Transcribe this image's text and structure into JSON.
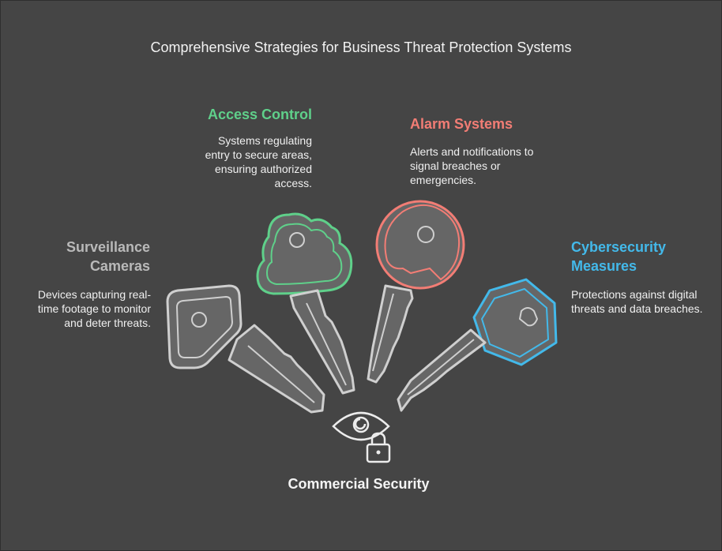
{
  "title": "Comprehensive Strategies for Business Threat Protection Systems",
  "center": {
    "label": "Commercial Security"
  },
  "items": [
    {
      "heading": "Surveillance Cameras",
      "description": "Devices capturing real-time footage to monitor and deter threats.",
      "color": "#b9b9b9"
    },
    {
      "heading": "Access Control",
      "description": "Systems regulating entry to secure areas, ensuring authorized access.",
      "color": "#5fd08a"
    },
    {
      "heading": "Alarm Systems",
      "description": "Alerts and notifications to signal breaches or emergencies.",
      "color": "#f27d75"
    },
    {
      "heading": "Cybersecurity Measures",
      "description": "Protections against digital threats and data breaches.",
      "color": "#43b9ea"
    }
  ],
  "icons": {
    "center": "eye-with-padlock-icon"
  }
}
